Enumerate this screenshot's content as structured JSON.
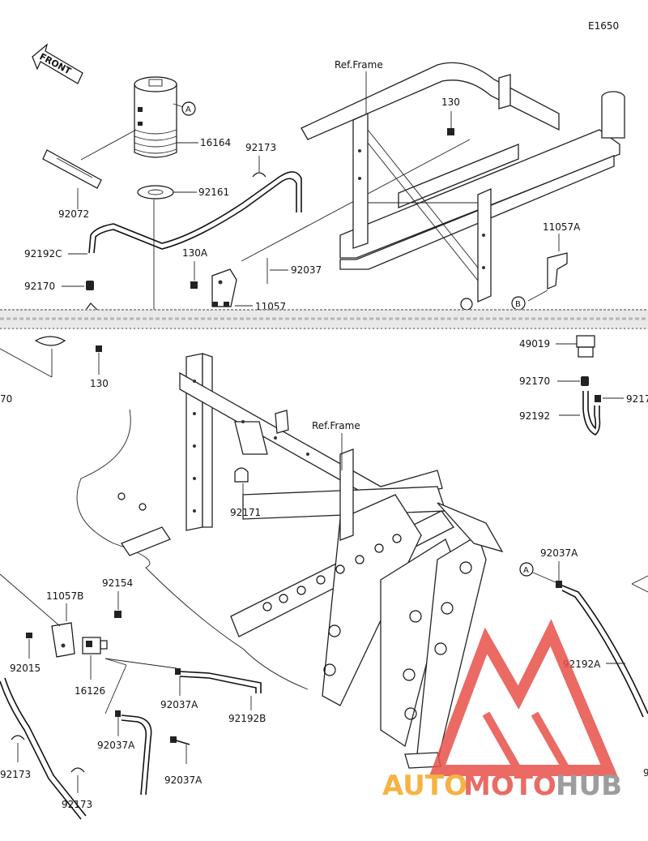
{
  "diagram_code": "E1650",
  "front_label": "FRONT",
  "ref_frame_label": "Ref.Frame",
  "callouts": {
    "A": "A",
    "B": "B"
  },
  "parts": {
    "p_16164": "16164",
    "p_92072": "92072",
    "p_92161": "92161",
    "p_92173_top": "92173",
    "p_92192C": "92192C",
    "p_92170_top": "92170",
    "p_130A": "130A",
    "p_130_top": "130",
    "p_92037": "92037",
    "p_11057": "11057",
    "p_11057A": "11057A",
    "p_130_mid": "130",
    "p_70_cut": "70",
    "p_49019": "49019",
    "p_92170_mid": "92170",
    "p_9217_cut": "9217",
    "p_92192": "92192",
    "p_92171": "92171",
    "p_11057B": "11057B",
    "p_92154": "92154",
    "p_92015": "92015",
    "p_16126": "16126",
    "p_92037A_1": "92037A",
    "p_92192B": "92192B",
    "p_92037A_2": "92037A",
    "p_92037A_3": "92037A",
    "p_92173_b1": "92173",
    "p_92173_b2": "92173",
    "p_92037A_right": "92037A",
    "p_92192A": "92192A",
    "p_9_cut": "9"
  },
  "watermark": {
    "text_a": "AUTO",
    "text_b": "MOTO",
    "text_c": "HUB",
    "color_red": "#e8514a",
    "color_orange": "#f5a623",
    "color_gray": "#8c8c8c"
  }
}
